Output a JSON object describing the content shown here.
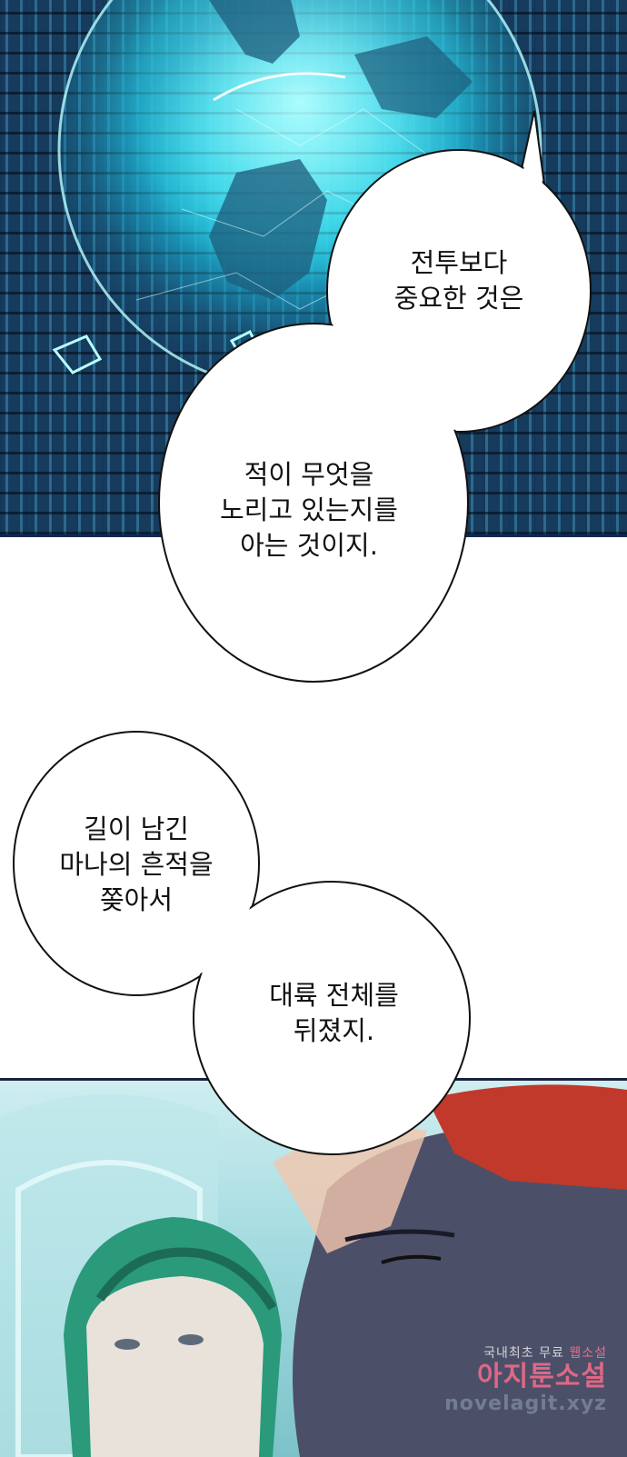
{
  "bubbles": [
    {
      "id": "bubble-1",
      "lines": [
        "전투보다",
        "중요한 것은"
      ]
    },
    {
      "id": "bubble-2",
      "lines": [
        "적이 무엇을",
        "노리고 있는지를",
        "아는 것이지."
      ]
    },
    {
      "id": "bubble-3",
      "lines": [
        "길이 남긴",
        "마나의 흔적을",
        "쫒아서"
      ]
    },
    {
      "id": "bubble-4",
      "lines": [
        "대륙 전체를",
        "뒤졌지."
      ]
    }
  ],
  "watermark": {
    "line1_a": "국내최초 무료 ",
    "line1_b": "웹소설",
    "line2": "아지툰소설",
    "line3": "novelagit.xyz"
  },
  "colors": {
    "globe_glow": "#6ff6ff",
    "circuit_dark": "#173b5d",
    "bubble_fill": "#ffffff",
    "bubble_stroke": "#111111",
    "hair_green": "#2a9a7a",
    "hair_red": "#c0392b"
  }
}
